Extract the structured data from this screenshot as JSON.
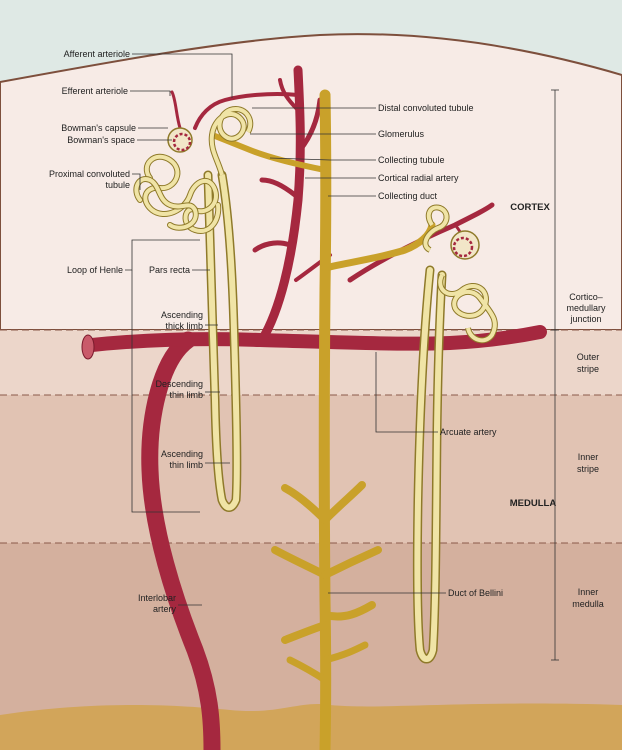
{
  "labels": {
    "afferent_arteriole": "Afferent arteriole",
    "efferent_arteriole": "Efferent arteriole",
    "bowmans_capsule": "Bowman's capsule",
    "bowmans_space": "Bowman's space",
    "proximal_line1": "Proximal convoluted",
    "proximal_line2": "tubule",
    "loop_of_henle": "Loop of Henle",
    "pars_recta": "Pars recta",
    "ascending_thick_line1": "Ascending",
    "ascending_thick_line2": "thick limb",
    "descending_thin_line1": "Descending",
    "descending_thin_line2": "thin limb",
    "ascending_thin_line1": "Ascending",
    "ascending_thin_line2": "thin limb",
    "interlobar_line1": "Interlobar",
    "interlobar_line2": "artery",
    "distal_convoluted": "Distal convoluted tubule",
    "glomerulus": "Glomerulus",
    "collecting_tubule": "Collecting tubule",
    "cortical_radial": "Cortical radial artery",
    "collecting_duct": "Collecting duct",
    "arcuate_artery": "Arcuate artery",
    "duct_of_bellini": "Duct of Bellini"
  },
  "zones": {
    "cortex": "CORTEX",
    "junction_line1": "Cortico–",
    "junction_line2": "medullary",
    "junction_line3": "junction",
    "outer_line1": "Outer",
    "outer_line2": "stripe",
    "medulla": "MEDULLA",
    "inner_stripe_line1": "Inner",
    "inner_stripe_line2": "stripe",
    "inner_medulla_line1": "Inner",
    "inner_medulla_line2": "medulla"
  },
  "colors": {
    "cortex": "#f7ebe6",
    "outer_stripe": "#ecd6ca",
    "inner_stripe": "#e1c3b3",
    "inner_medulla": "#d4b09e",
    "sky": "#dfe9e5",
    "artery": "#a5283f",
    "duct": "#c9a12a",
    "tubule_fill": "#f0e4a6",
    "tubule_edge": "#8f7a2a"
  }
}
